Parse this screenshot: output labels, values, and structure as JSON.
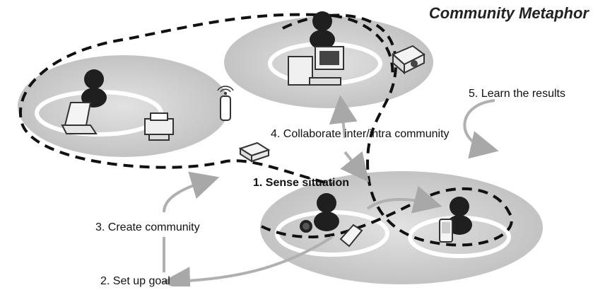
{
  "title": "Community Metaphor",
  "steps": {
    "sense": "1. Sense situation",
    "goal": "2. Set up goal",
    "create": "3. Create community",
    "collaborate": "4. Collaborate inter/intra community",
    "learn": "5. Learn the results"
  },
  "colors": {
    "community_fill": "#c9c9c9",
    "dashed_line": "#111111",
    "arrow": "#b8b8b8",
    "person": "#222222"
  },
  "icons": [
    "person-icon",
    "laptop-icon",
    "printer-icon",
    "antenna-icon",
    "desktop-computer-icon",
    "projector-icon",
    "router-icon",
    "phone-icon",
    "pda-icon",
    "sensor-icon"
  ]
}
